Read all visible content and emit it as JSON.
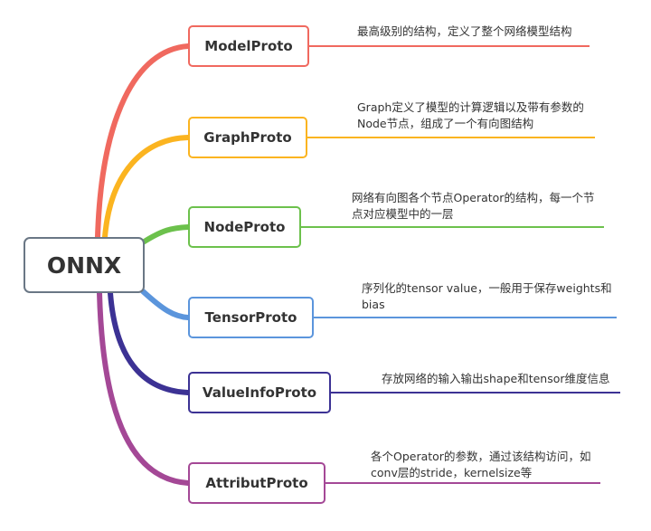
{
  "root": {
    "label": "ONNX",
    "color": "#6a7785"
  },
  "nodes": [
    {
      "id": "model",
      "label": "ModelProto",
      "color": "#f0695f",
      "description": "最高级别的结构，定义了整个网络模型结构"
    },
    {
      "id": "graph",
      "label": "GraphProto",
      "color": "#fbb420",
      "description": "Graph定义了模型的计算逻辑以及带有参数的Node节点，组成了一个有向图结构"
    },
    {
      "id": "node",
      "label": "NodeProto",
      "color": "#6cc14c",
      "description": "网络有向图各个节点Operator的结构，每一个节点对应模型中的一层"
    },
    {
      "id": "tensor",
      "label": "TensorProto",
      "color": "#5b95dc",
      "description": "序列化的tensor value，一般用于保存weights和bias"
    },
    {
      "id": "valueinfo",
      "label": "ValueInfoProto",
      "color": "#3c3294",
      "description": "存放网络的输入输出shape和tensor维度信息"
    },
    {
      "id": "attribut",
      "label": "AttributProto",
      "color": "#a44896",
      "description": "各个Operator的参数，通过该结构访问，如conv层的stride，kernelsize等"
    }
  ]
}
